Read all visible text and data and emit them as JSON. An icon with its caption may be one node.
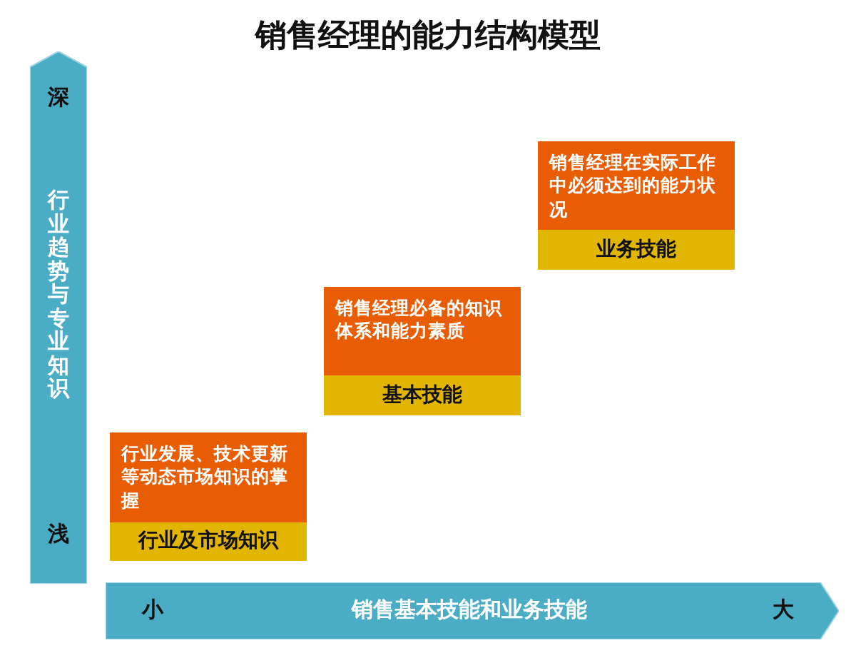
{
  "diagram": {
    "title": "销售经理的能力结构模型",
    "nodes": [
      {
        "text": [
          "深",
          "行业趋势与专业知识",
          "浅"
        ]
      },
      {
        "text": [
          "销售经理在实际工作中必须达到的能力状况"
        ]
      },
      {
        "text": [
          "业务技能"
        ]
      },
      {
        "text": [
          "销售经理必备的知识体系和能力素质"
        ]
      },
      {
        "text": [
          "基本技能"
        ]
      },
      {
        "text": [
          "行业发展、技术更新等动态市场知识的掌握"
        ]
      },
      {
        "text": [
          "行业及市场知识"
        ]
      },
      {
        "text": [
          "小",
          "销售基本技能和业务技能",
          "大"
        ]
      }
    ]
  }
}
